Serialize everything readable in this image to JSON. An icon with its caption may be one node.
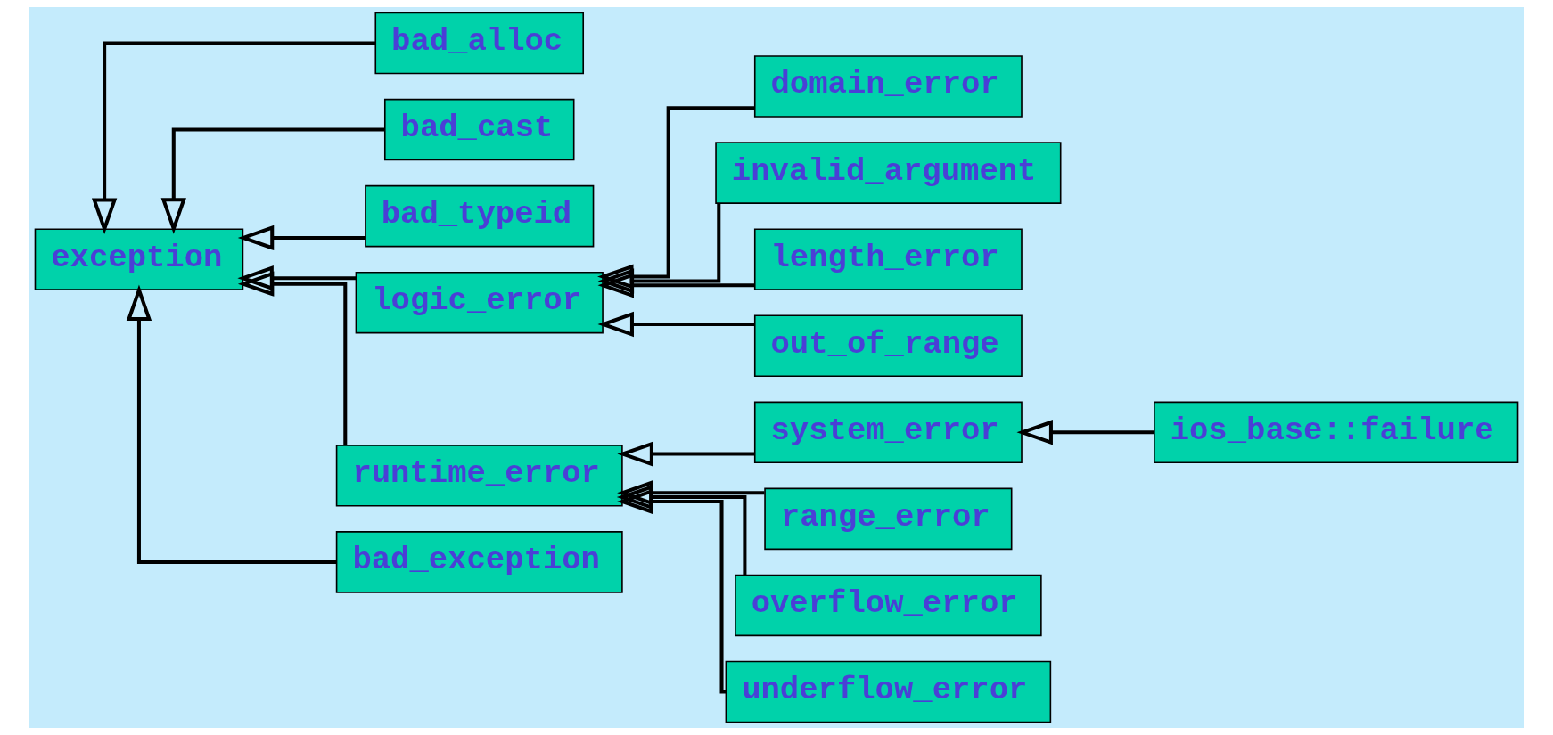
{
  "diagram": {
    "nodes": [
      {
        "text": [
          "exception"
        ]
      },
      {
        "text": [
          "bad_alloc"
        ]
      },
      {
        "text": [
          "bad_cast"
        ]
      },
      {
        "text": [
          "bad_typeid"
        ]
      },
      {
        "text": [
          "logic_error"
        ]
      },
      {
        "text": [
          "ios_base::failure"
        ]
      },
      {
        "text": [
          "runtime_error"
        ]
      },
      {
        "text": [
          "bad_exception"
        ]
      },
      {
        "text": [
          "system_error"
        ]
      },
      {
        "text": [
          "domain_error"
        ]
      },
      {
        "text": [
          "invalid_argument"
        ]
      },
      {
        "text": [
          "length_error"
        ]
      },
      {
        "text": [
          "out_of_range"
        ]
      },
      {
        "text": [
          "range_error"
        ]
      },
      {
        "text": [
          "overflow_error"
        ]
      },
      {
        "text": [
          "underflow_error"
        ]
      }
    ],
    "edges": [
      {
        "from": 1,
        "to": 0,
        "arrow": "to"
      },
      {
        "from": 2,
        "to": 0,
        "arrow": "to"
      },
      {
        "from": 3,
        "to": 0,
        "arrow": "to"
      },
      {
        "from": 4,
        "to": 0,
        "arrow": "to"
      },
      {
        "from": 6,
        "to": 0,
        "arrow": "to"
      },
      {
        "from": 7,
        "to": 0,
        "arrow": "to"
      },
      {
        "from": 5,
        "to": 8,
        "arrow": "to"
      },
      {
        "from": 8,
        "to": 6,
        "arrow": "to"
      },
      {
        "from": 9,
        "to": 4,
        "arrow": "to"
      },
      {
        "from": 10,
        "to": 4,
        "arrow": "to"
      },
      {
        "from": 11,
        "to": 4,
        "arrow": "to"
      },
      {
        "from": 12,
        "to": 4,
        "arrow": "to"
      },
      {
        "from": 13,
        "to": 6,
        "arrow": "to"
      },
      {
        "from": 14,
        "to": 6,
        "arrow": "to"
      },
      {
        "from": 15,
        "to": 6,
        "arrow": "to"
      }
    ]
  }
}
